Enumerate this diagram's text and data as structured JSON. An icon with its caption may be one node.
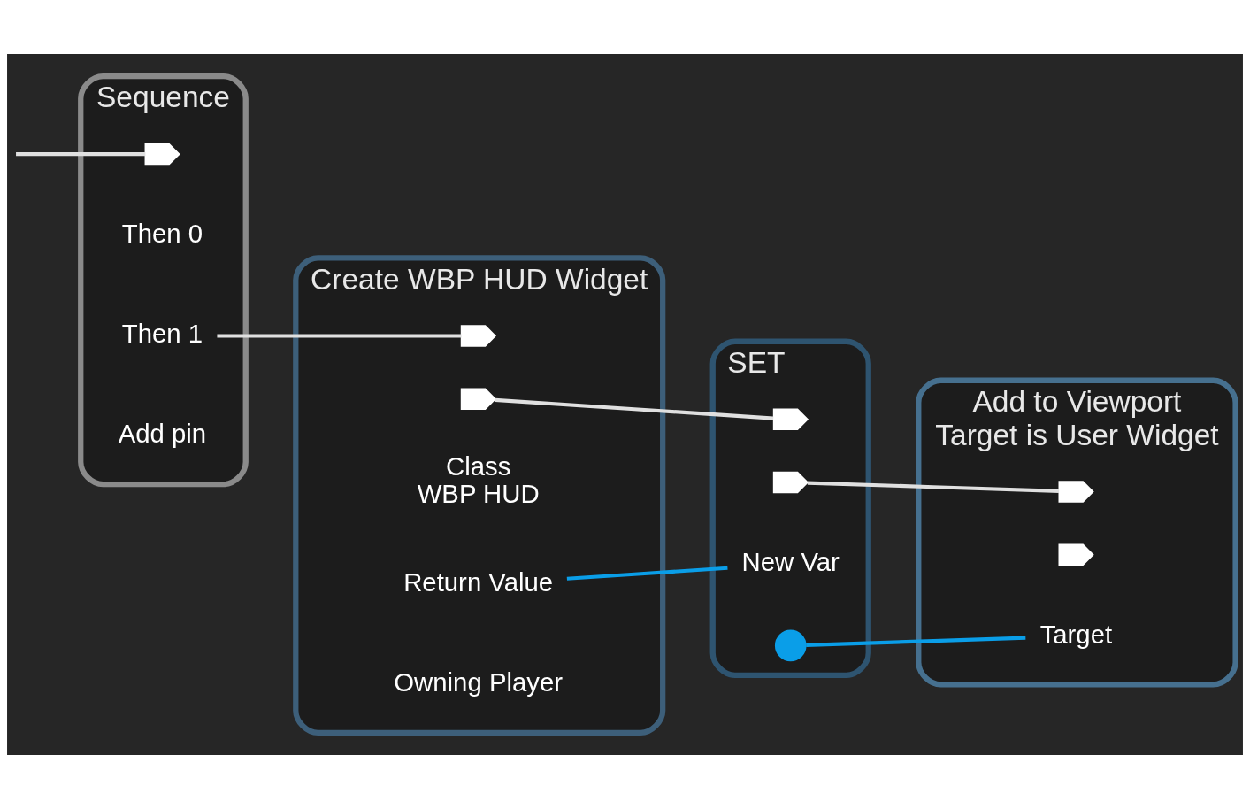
{
  "diagram": {
    "nodes": [
      {
        "text": [
          "Sequence"
        ]
      },
      {
        "text": [],
        "shape": "pentagon",
        "in": 0
      },
      {
        "text": [
          "Then 0"
        ],
        "in": 0
      },
      {
        "text": [
          "Then 1"
        ],
        "in": 0
      },
      {
        "text": [
          "Add pin"
        ],
        "in": 0
      },
      {
        "text": [
          "Create WBP HUD Widget"
        ]
      },
      {
        "text": [],
        "shape": "pentagon",
        "in": 5
      },
      {
        "text": [],
        "shape": "pentagon",
        "in": 5
      },
      {
        "text": [
          "Class",
          "WBP HUD"
        ],
        "in": 5
      },
      {
        "text": [
          "Return Value"
        ],
        "in": 5
      },
      {
        "text": [
          "Owning Player"
        ],
        "in": 5
      },
      {
        "text": [
          "SET"
        ]
      },
      {
        "text": [],
        "shape": "pentagon",
        "in": 11
      },
      {
        "text": [],
        "shape": "pentagon",
        "in": 11
      },
      {
        "text": [
          "New Var"
        ],
        "in": 11
      },
      {
        "text": [],
        "shape": "circle",
        "in": 11
      },
      {
        "text": [
          "Add to Viewport",
          "Target is User Widget"
        ]
      },
      {
        "text": [],
        "shape": "pentagon",
        "in": 16
      },
      {
        "text": [],
        "shape": "pentagon",
        "in": 16
      },
      {
        "text": [
          "Target"
        ],
        "in": 16
      }
    ],
    "edges": [
      {
        "from": null,
        "to": 1,
        "arrow": "none"
      },
      {
        "from": 3,
        "to": 6,
        "arrow": "none"
      },
      {
        "from": 7,
        "to": 12,
        "arrow": "none"
      },
      {
        "from": 9,
        "to": 14,
        "arrow": "none",
        "color": "#0a9ee8"
      },
      {
        "from": 13,
        "to": 17,
        "arrow": "none"
      },
      {
        "from": 15,
        "to": 19,
        "arrow": "none",
        "color": "#0a9ee8"
      }
    ]
  }
}
